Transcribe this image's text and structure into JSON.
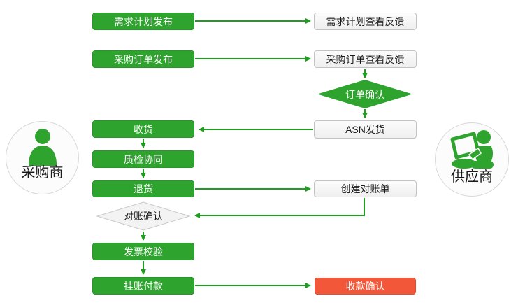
{
  "colors": {
    "process_green": "#2EA42E",
    "arrow_green": "#1E9E1E",
    "terminal_red": "#F3573A",
    "gray_box_fill": "#F4F4F4",
    "gray_box_border": "#C3C3C3"
  },
  "actors": {
    "buyer": {
      "label": "采购商",
      "icon": "buyer-person-icon"
    },
    "supplier": {
      "label": "供应商",
      "icon": "supplier-person-laptop-icon"
    }
  },
  "nodes": {
    "demand_plan_publish": {
      "label": "需求计划发布",
      "shape": "rect",
      "style": "green"
    },
    "purchase_order_publish": {
      "label": "采购订单发布",
      "shape": "rect",
      "style": "green"
    },
    "receive_goods": {
      "label": "收货",
      "shape": "rect",
      "style": "green"
    },
    "quality_collab": {
      "label": "质检协同",
      "shape": "rect",
      "style": "green"
    },
    "return_goods": {
      "label": "退货",
      "shape": "rect",
      "style": "green"
    },
    "reconciliation_confirm": {
      "label": "对账确认",
      "shape": "diamond",
      "style": "gray"
    },
    "invoice_verify": {
      "label": "发票校验",
      "shape": "rect",
      "style": "green"
    },
    "book_payment": {
      "label": "挂账付款",
      "shape": "rect",
      "style": "green"
    },
    "demand_plan_feedback": {
      "label": "需求计划查看反馈",
      "shape": "rect",
      "style": "gray"
    },
    "purchase_order_feedback": {
      "label": "采购订单查看反馈",
      "shape": "rect",
      "style": "gray"
    },
    "order_confirm": {
      "label": "订单确认",
      "shape": "diamond",
      "style": "green"
    },
    "asn_ship": {
      "label": "ASN发货",
      "shape": "rect",
      "style": "gray"
    },
    "create_statement": {
      "label": "创建对账单",
      "shape": "rect",
      "style": "gray"
    },
    "receipt_confirm": {
      "label": "收款确认",
      "shape": "rect",
      "style": "red"
    }
  },
  "edges": [
    {
      "from": "demand_plan_publish",
      "to": "demand_plan_feedback"
    },
    {
      "from": "purchase_order_publish",
      "to": "purchase_order_feedback"
    },
    {
      "from": "purchase_order_feedback",
      "to": "order_confirm"
    },
    {
      "from": "order_confirm",
      "to": "asn_ship"
    },
    {
      "from": "asn_ship",
      "to": "receive_goods"
    },
    {
      "from": "receive_goods",
      "to": "quality_collab"
    },
    {
      "from": "quality_collab",
      "to": "return_goods"
    },
    {
      "from": "return_goods",
      "to": "create_statement"
    },
    {
      "from": "create_statement",
      "to": "reconciliation_confirm"
    },
    {
      "from": "reconciliation_confirm",
      "to": "invoice_verify"
    },
    {
      "from": "invoice_verify",
      "to": "book_payment"
    },
    {
      "from": "book_payment",
      "to": "receipt_confirm"
    }
  ]
}
